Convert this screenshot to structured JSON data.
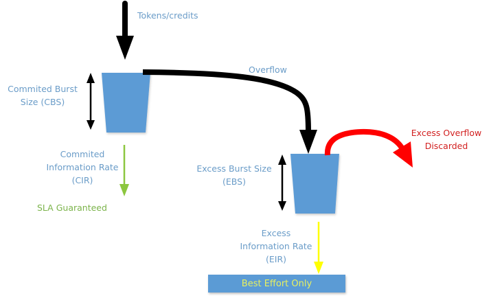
{
  "diagram": {
    "title": "Dual token bucket policer",
    "colors": {
      "bucket": "#5b9bd5",
      "text_blue": "#6a9cc8",
      "text_green": "#7bb34a",
      "text_red": "#d21f1f",
      "text_yellow": "#e8f060",
      "arrow_black": "#000000",
      "arrow_green": "#8cc63f",
      "arrow_yellow": "#ffff00",
      "arrow_red": "#ff0000"
    },
    "labels": {
      "tokens": "Tokens/credits",
      "overflow": "Overflow",
      "cbs_line1": "Commited Burst",
      "cbs_line2": "Size (CBS)",
      "cir_line1": "Commited",
      "cir_line2": "Information Rate",
      "cir_line3": "(CIR)",
      "sla": "SLA Guaranteed",
      "ebs_line1": "Excess Burst Size",
      "ebs_line2": "(EBS)",
      "excess_overflow_line1": "Excess Overflow",
      "excess_overflow_line2": "Discarded",
      "eir_line1": "Excess",
      "eir_line2": "Information Rate",
      "eir_line3": "(EIR)",
      "best_effort": "Best Effort Only"
    }
  }
}
